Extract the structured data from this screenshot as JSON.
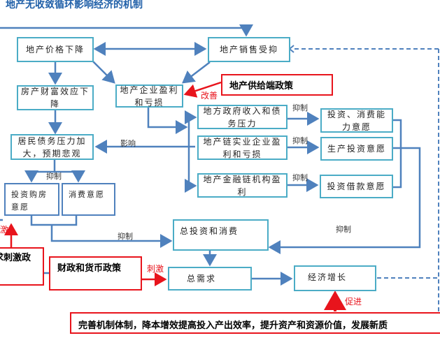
{
  "title": "地产无收敛循环影响经济的机制",
  "boxes": {
    "price_drop": "地产价格下降",
    "sales_suppressed": "地产销售受抑",
    "wealth_effect": "房产财富效应下降",
    "developer_profit": "地产企业盈利和亏损",
    "household_debt": "居民债务压力加大，预期悲观",
    "local_gov": "地方政府收入和债务压力",
    "chain_enterprise": "地产链实业企业盈利和亏损",
    "chain_finance": "地产金融链机构盈利",
    "invest_consume_ability": "投资、消费能力意愿",
    "production_invest": "生产投资意愿",
    "loan_willingness": "投资借款意愿",
    "house_purchase": "投资购房意愿",
    "consume_willingness": "消费意愿",
    "total_invest_consume": "总投资和消费",
    "aggregate_demand": "总需求",
    "economic_growth": "经济增长"
  },
  "policies": {
    "supply_side": "地产供给端政策",
    "demand_side": "扩需求刺激政策",
    "fiscal_monetary": "财政和货币政策",
    "reform": "完善机制体制，降本增效提高投入产出效率，提升资产和资源价值，发展新质"
  },
  "labels": {
    "influence": "影响",
    "suppress": "抑制",
    "improve": "改善",
    "stimulate": "刺激",
    "promote": "促进"
  },
  "colors": {
    "box_border": "#4bacc6",
    "arrow": "#4f81bd",
    "policy": "#e8141c",
    "title": "#1f5fa8"
  }
}
